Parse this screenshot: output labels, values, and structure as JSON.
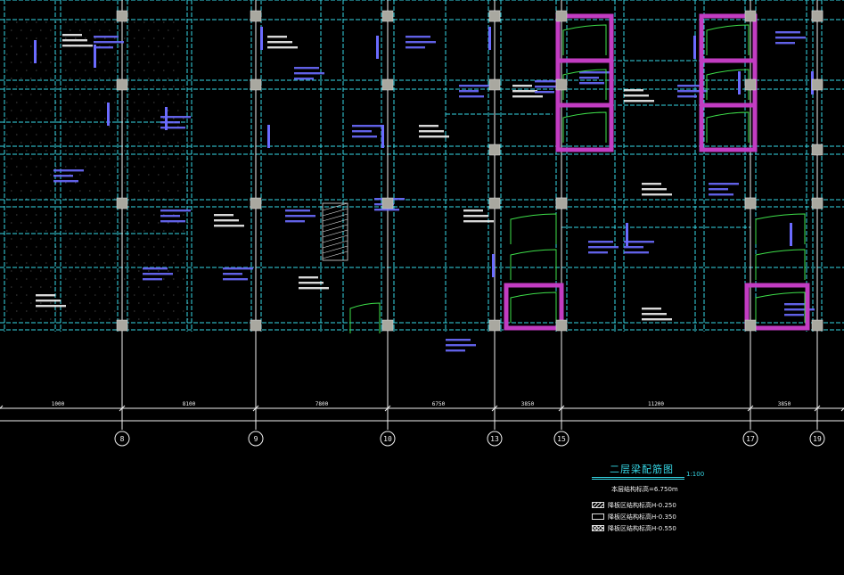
{
  "drawing": {
    "grid_axes": [
      "8",
      "9",
      "10",
      "13",
      "15",
      "17",
      "19"
    ],
    "dimensions": [
      "1000",
      "8100",
      "7800",
      "6750",
      "3850",
      "11200",
      "3850"
    ]
  },
  "legend": {
    "title": "二层梁配筋图",
    "scale": "1:100",
    "note": "本层结构标高=6.750m",
    "items": [
      {
        "pattern": "hatch",
        "label": "降板区结构标高H-0.250"
      },
      {
        "pattern": "plain",
        "label": "降板区结构标高H-0.350"
      },
      {
        "pattern": "cross",
        "label": "降板区结构标高H-0.550"
      }
    ]
  },
  "colors": {
    "background": "#000000",
    "beam_line": "#36d7e6",
    "grid_line": "#f0f0f0",
    "column": "#a9a8a0",
    "reinforced_beam": "#c23cc2",
    "slab_curve": "#3ee04a",
    "beam_annotation": "#6b6bff",
    "slab_text": "#f0f0f0"
  }
}
